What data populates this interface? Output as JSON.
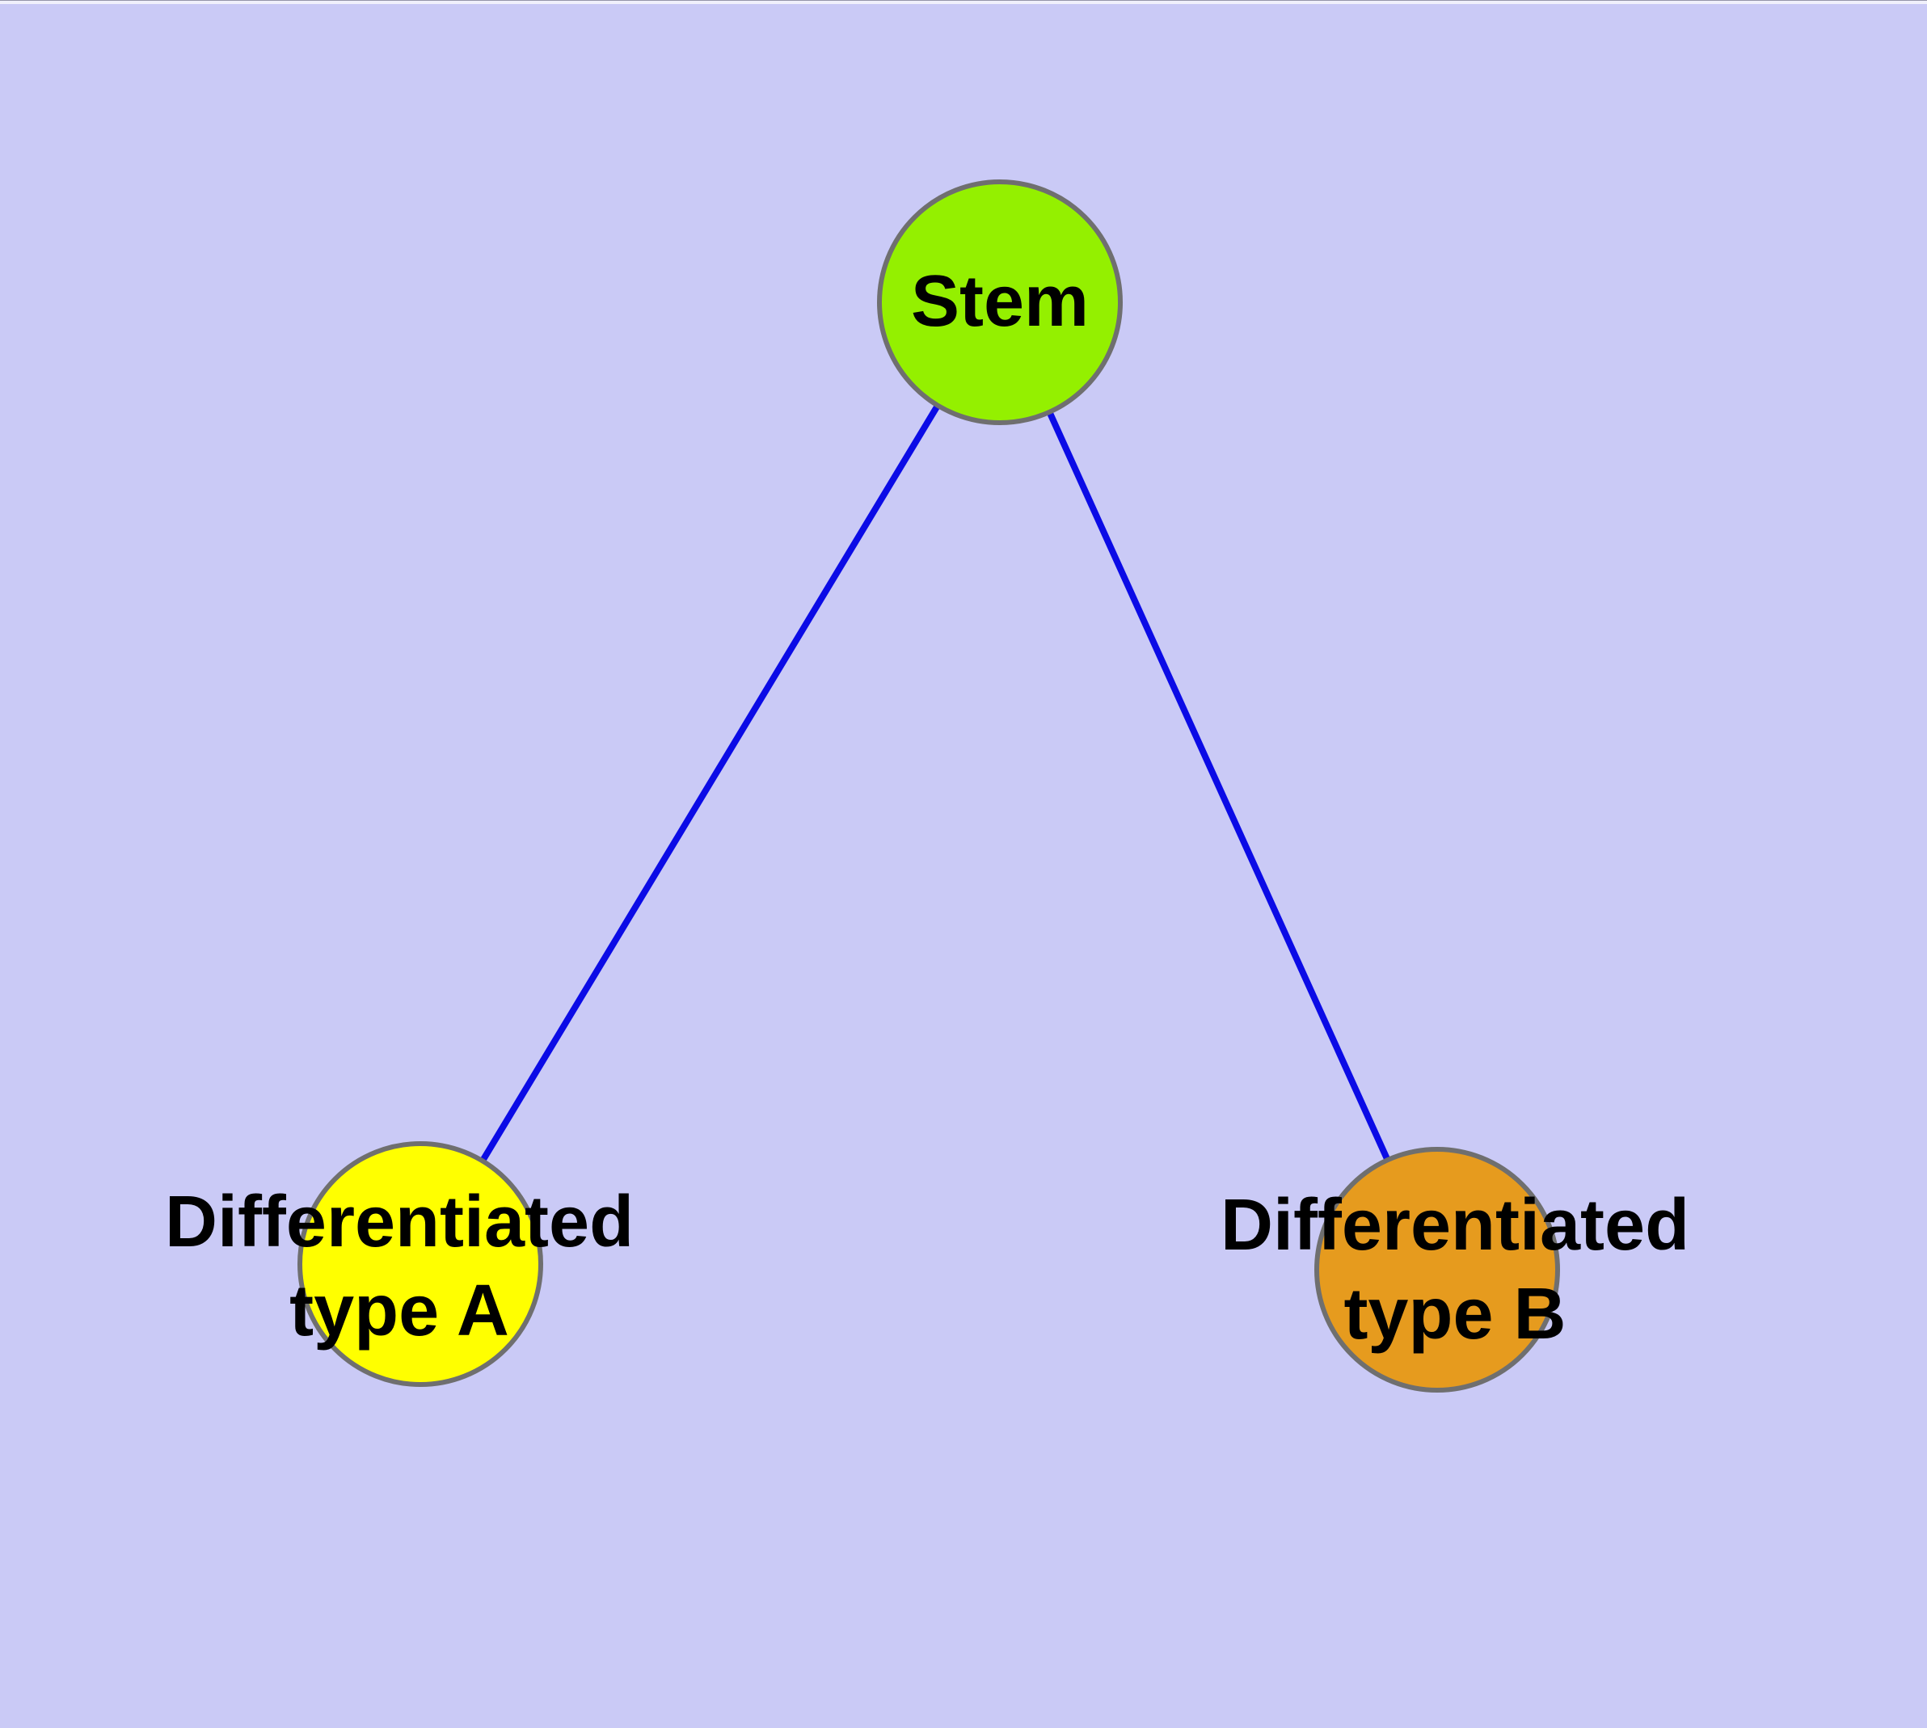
{
  "figure": {
    "title": "",
    "background_color": "#CACAF6",
    "edge_color": "#0B0BE6",
    "node_border_color": "#6F6F6F",
    "label_color": "#000000",
    "nodes": {
      "stem": {
        "label": "Stem",
        "fill": "#94F000"
      },
      "type_a": {
        "label": "Differentiated\ntype A",
        "fill": "#FFFF00"
      },
      "type_b": {
        "label": "Differentiated\ntype B",
        "fill": "#E69B1E"
      }
    },
    "edges": [
      {
        "from": "stem",
        "to": "type_a"
      },
      {
        "from": "stem",
        "to": "type_b"
      }
    ]
  }
}
